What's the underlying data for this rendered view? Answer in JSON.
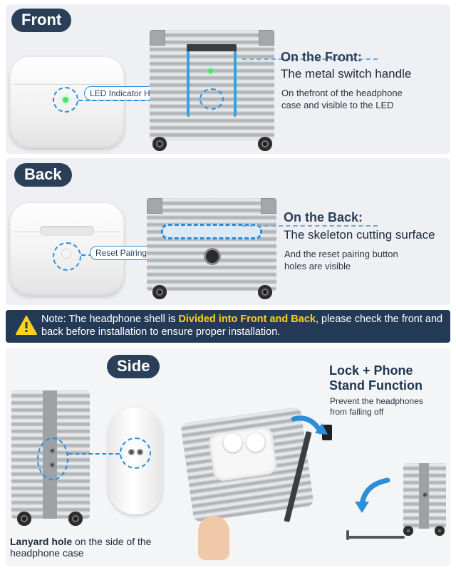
{
  "front": {
    "pill": "Front",
    "callout": "LED Indicator Holes",
    "heading": "On the Front:",
    "subheading": "The metal switch handle",
    "body_line1": "On thefront of the headphone",
    "body_line2": "case and visible to the LED"
  },
  "back": {
    "pill": "Back",
    "callout": "Reset Pairing Button",
    "heading": "On the Back:",
    "subheading": "The skeleton cutting surface",
    "body_line1": "And the reset pairing button",
    "body_line2": "holes are visible"
  },
  "note": {
    "prefix": "Note: The headphone shell is ",
    "highlight": "Divided into Front and Back",
    "suffix": ", please check the front and back before installation to ensure proper installation."
  },
  "side": {
    "pill": "Side",
    "lock_title_line1": "Lock + Phone",
    "lock_title_line2": "Stand Function",
    "lock_body_line1": "Prevent the headphones",
    "lock_body_line2": "from falling off",
    "lanyard_bold": "Lanyard hole",
    "lanyard_rest": " on the side of the",
    "lanyard_line2": "headphone case"
  },
  "colors": {
    "pill_bg": "#2b3f59",
    "accent_blue": "#2a8fd8",
    "note_bg": "#233a56",
    "highlight_yellow": "#ffd21a",
    "led_green": "#4ee06a"
  },
  "icons": [
    "warning-icon",
    "rotate-arrow-icon",
    "curved-arrow-icon"
  ]
}
